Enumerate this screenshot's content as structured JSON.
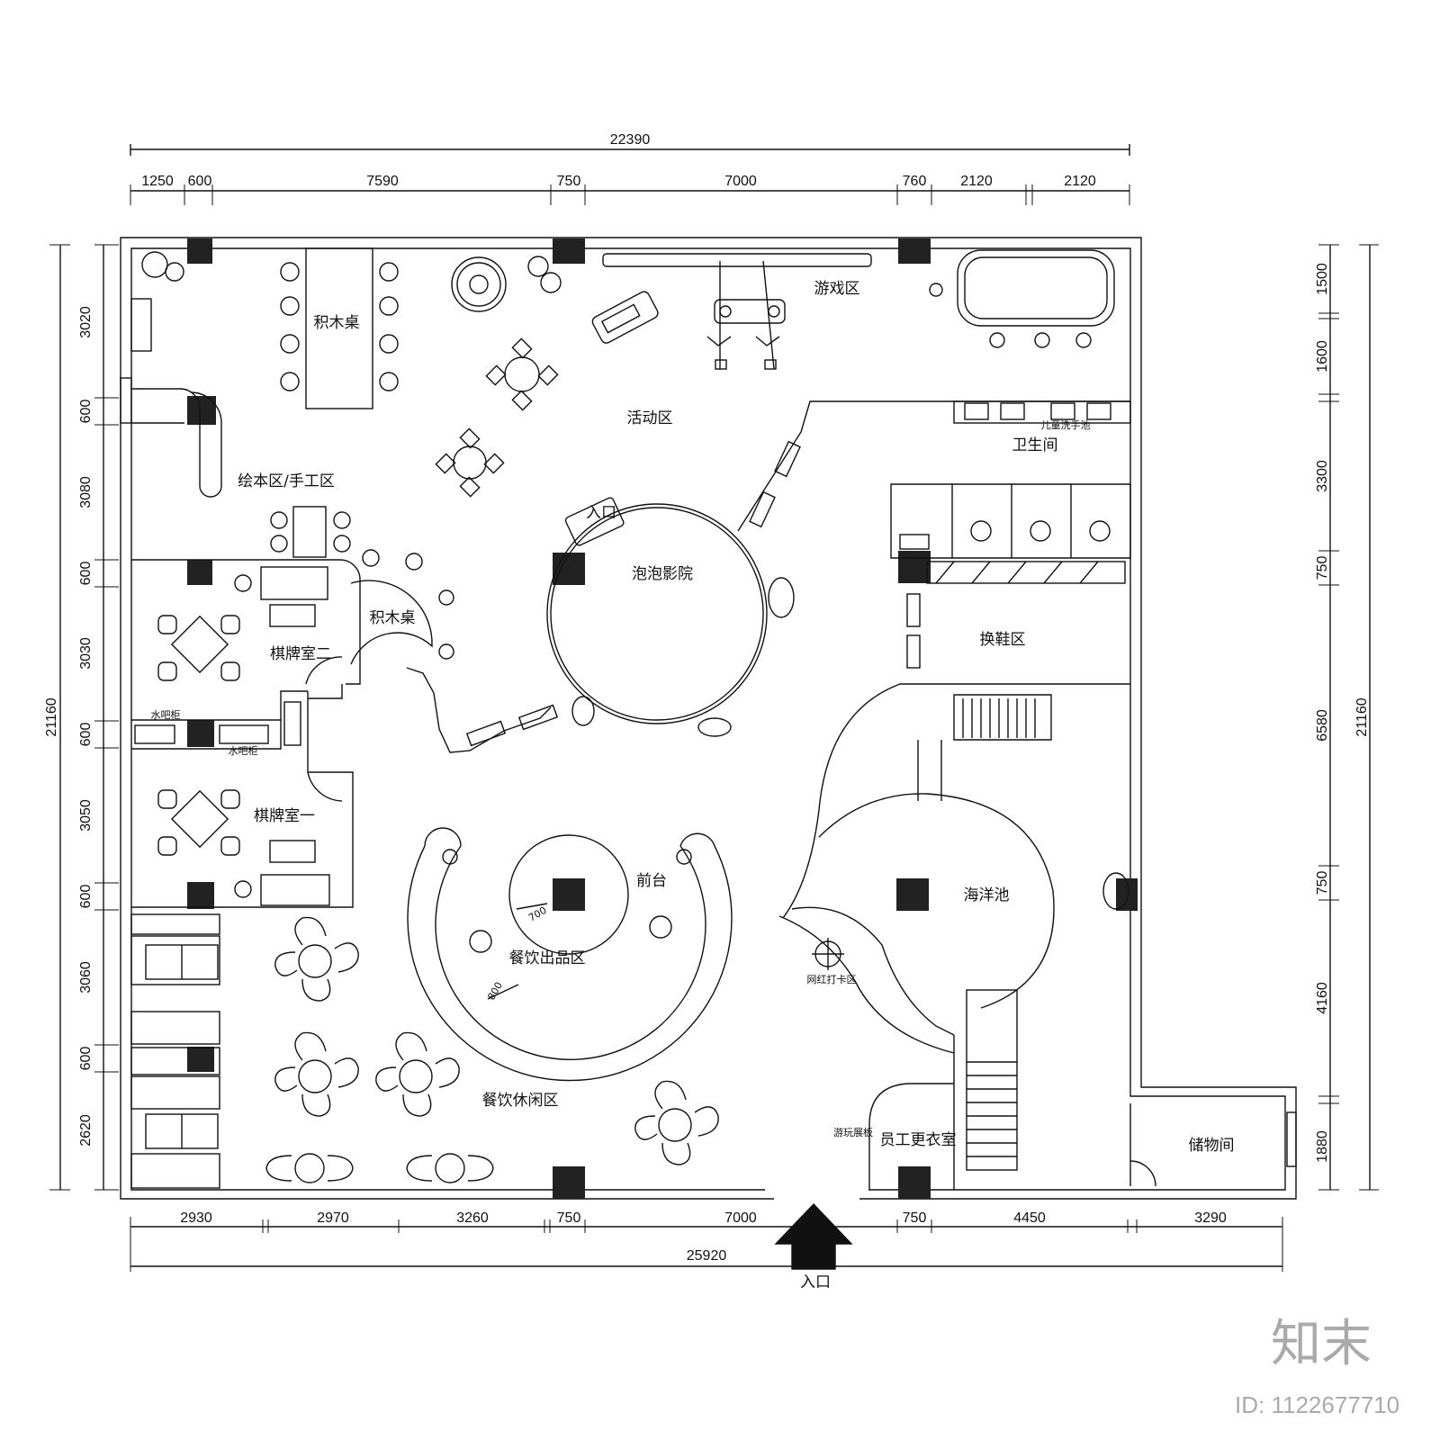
{
  "dims": {
    "top_total": "22390",
    "top_segments": [
      "1250",
      "600",
      "7590",
      "750",
      "7000",
      "760",
      "2120",
      "2120"
    ],
    "bottom_segments": [
      "2930",
      "2970",
      "3260",
      "750",
      "7000",
      "750",
      "4450",
      "3290"
    ],
    "bottom_total": "25920",
    "left_total": "21160",
    "left_segments": [
      "3020",
      "600",
      "3080",
      "600",
      "3030",
      "600",
      "3050",
      "600",
      "3060",
      "600",
      "2620"
    ],
    "right_total": "21160",
    "right_segments": [
      "1500",
      "1600",
      "3300",
      "750",
      "6580",
      "750",
      "4160",
      "1880"
    ]
  },
  "rooms": {
    "blocks_table_top": "积木桌",
    "game_area": "游戏区",
    "activity_area": "活动区",
    "toilet": "卫生间",
    "kids_sink": "儿童洗手池",
    "picture_book": "绘本区/手工区",
    "entrance_inner": "入口",
    "bubble_cinema": "泡泡影院",
    "blocks_table_mid": "积木桌",
    "chess_room_2": "棋牌室二",
    "shoe_change": "换鞋区",
    "water_bar_1": "水吧柜",
    "water_bar_2": "水吧柜",
    "chess_room_1": "棋牌室一",
    "front_desk": "前台",
    "ocean_pool": "海洋池",
    "food_output": "餐饮出品区",
    "photo_spot": "网红打卡区",
    "dining_lounge": "餐饮休闲区",
    "display_board": "游玩展板",
    "staff_locker": "员工更衣室",
    "storage": "储物间",
    "entrance_main": "入口"
  },
  "annotations": {
    "r700": "700",
    "r800": "800"
  },
  "watermark": {
    "logo": "知末",
    "id": "ID: 1122677710"
  }
}
